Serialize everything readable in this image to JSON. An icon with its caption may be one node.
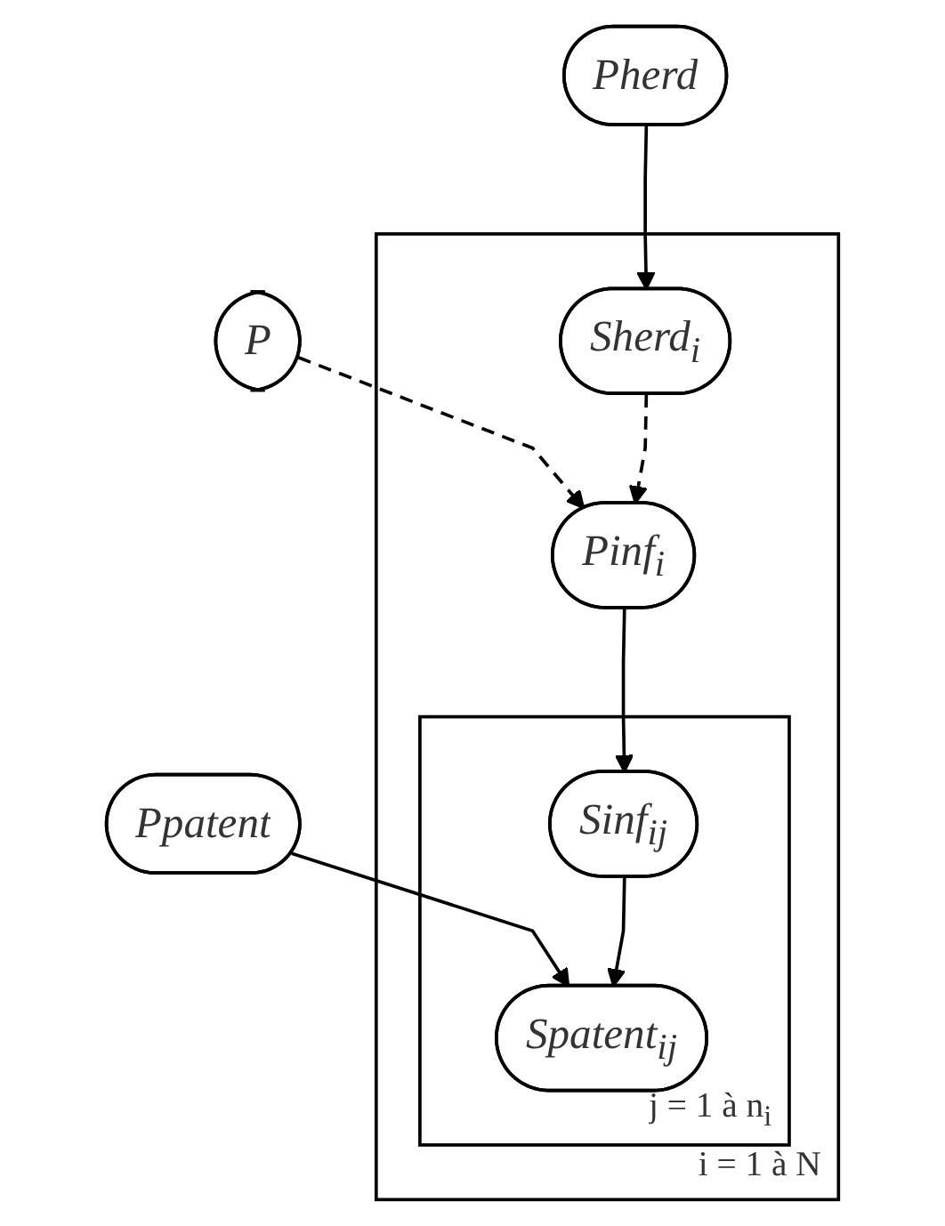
{
  "diagram": {
    "nodes": [
      {
        "text": [
          "Ppatent"
        ]
      },
      {
        "text": [
          "P"
        ]
      },
      {
        "text": [
          "Pherd"
        ]
      },
      {
        "text": [
          "i = 1 à N"
        ]
      },
      {
        "text": [
          "Sherd$_{i}$"
        ],
        "in": 3
      },
      {
        "text": [
          "Pinf$_{i}$"
        ],
        "in": 3
      },
      {
        "text": [
          "j = 1 à n$_{i}$"
        ],
        "in": 3
      },
      {
        "text": [
          "Sinf$_{ij}$"
        ],
        "in": 6
      },
      {
        "text": [
          "Spatent$_{ij}$"
        ],
        "in": 6
      }
    ],
    "edges": [
      {
        "from": 0,
        "to": 8,
        "arrow": "to"
      },
      {
        "from": 1,
        "to": 5,
        "arrow": "to",
        "style": "dashed"
      },
      {
        "from": 2,
        "to": 4,
        "arrow": "to"
      },
      {
        "from": 4,
        "to": 5,
        "arrow": "to",
        "style": "dashed"
      },
      {
        "from": 5,
        "to": 7,
        "arrow": "to"
      },
      {
        "from": 7,
        "to": 8,
        "arrow": "to"
      }
    ]
  }
}
